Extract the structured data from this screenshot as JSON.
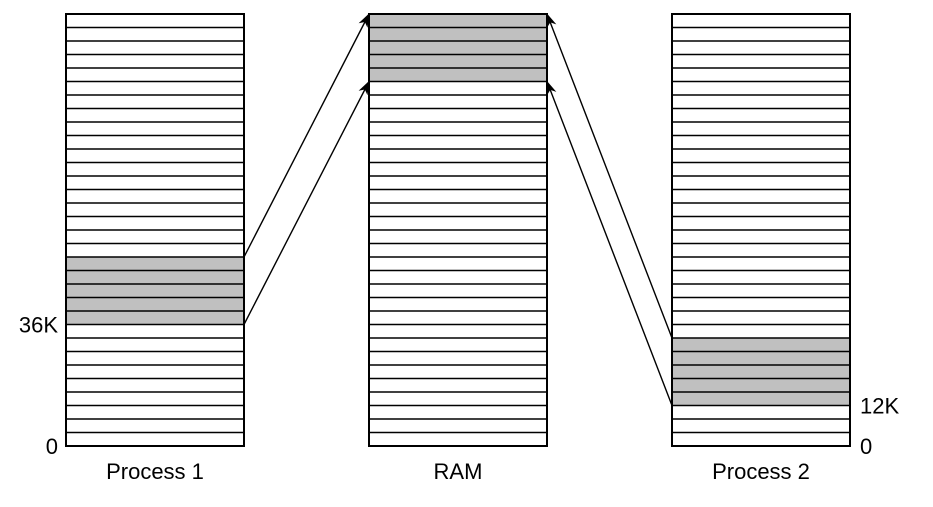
{
  "columns": [
    {
      "id": "process1",
      "label": "Process 1",
      "rows": 32,
      "highlight_rows": [
        9,
        10,
        11,
        12,
        13
      ],
      "markers": [
        {
          "text": "36K",
          "row_boundary": 9,
          "side": "left"
        },
        {
          "text": "0",
          "row_boundary": 0,
          "side": "left"
        }
      ]
    },
    {
      "id": "ram",
      "label": "RAM",
      "rows": 32,
      "highlight_rows": [
        27,
        28,
        29,
        30,
        31
      ],
      "markers": []
    },
    {
      "id": "process2",
      "label": "Process 2",
      "rows": 32,
      "highlight_rows": [
        3,
        4,
        5,
        6,
        7
      ],
      "markers": [
        {
          "text": "12K",
          "row_boundary": 3,
          "side": "right"
        },
        {
          "text": "0",
          "row_boundary": 0,
          "side": "right"
        }
      ]
    }
  ],
  "arrows": [
    {
      "from": "process1",
      "from_row_boundary": 14,
      "to": "ram",
      "to_row_boundary": 32
    },
    {
      "from": "process1",
      "from_row_boundary": 9,
      "to": "ram",
      "to_row_boundary": 27
    },
    {
      "from": "process2",
      "from_row_boundary": 8,
      "to": "ram",
      "to_row_boundary": 32
    },
    {
      "from": "process2",
      "from_row_boundary": 3,
      "to": "ram",
      "to_row_boundary": 27
    }
  ],
  "colors": {
    "highlight": "#c0c0c0",
    "line": "#000000",
    "background": "#ffffff"
  }
}
